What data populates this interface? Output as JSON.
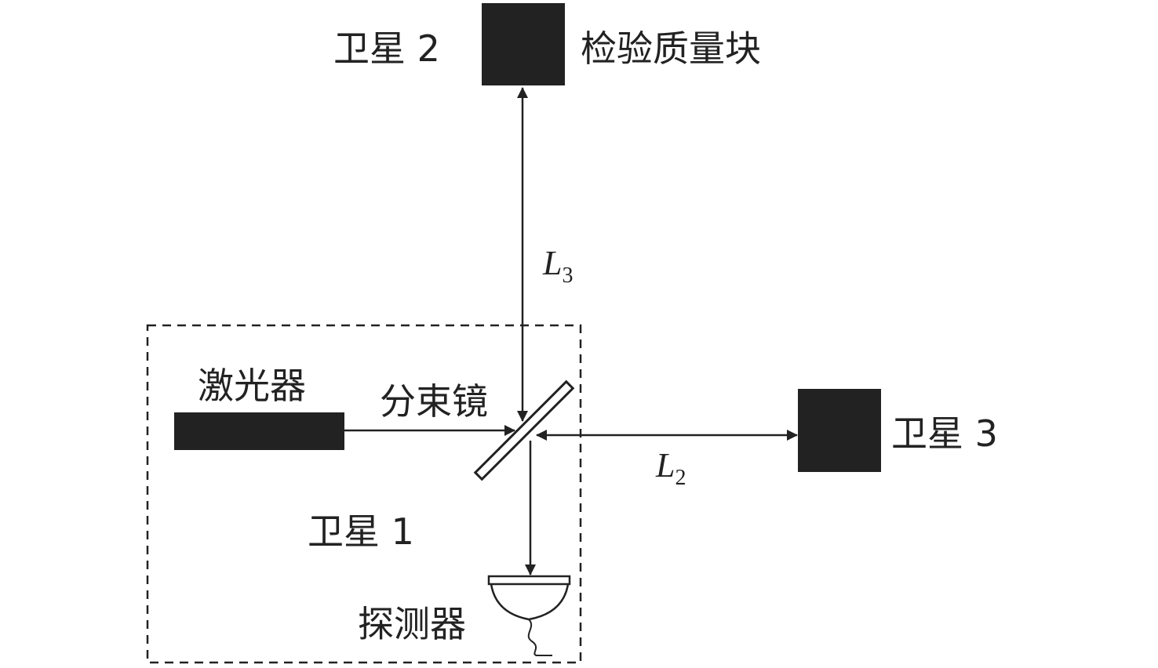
{
  "labels": {
    "satellite_1": "卫星 1",
    "satellite_2": "卫星 2",
    "satellite_3": "卫星 3",
    "test_mass": "检验质量块",
    "laser": "激光器",
    "beam_splitter": "分束镜",
    "detector": "探测器"
  },
  "arms": {
    "l2_symbol": "L",
    "l2_subscript": "2",
    "l3_symbol": "L",
    "l3_subscript": "3"
  },
  "colors": {
    "ink": "#222222",
    "background": "#ffffff"
  }
}
